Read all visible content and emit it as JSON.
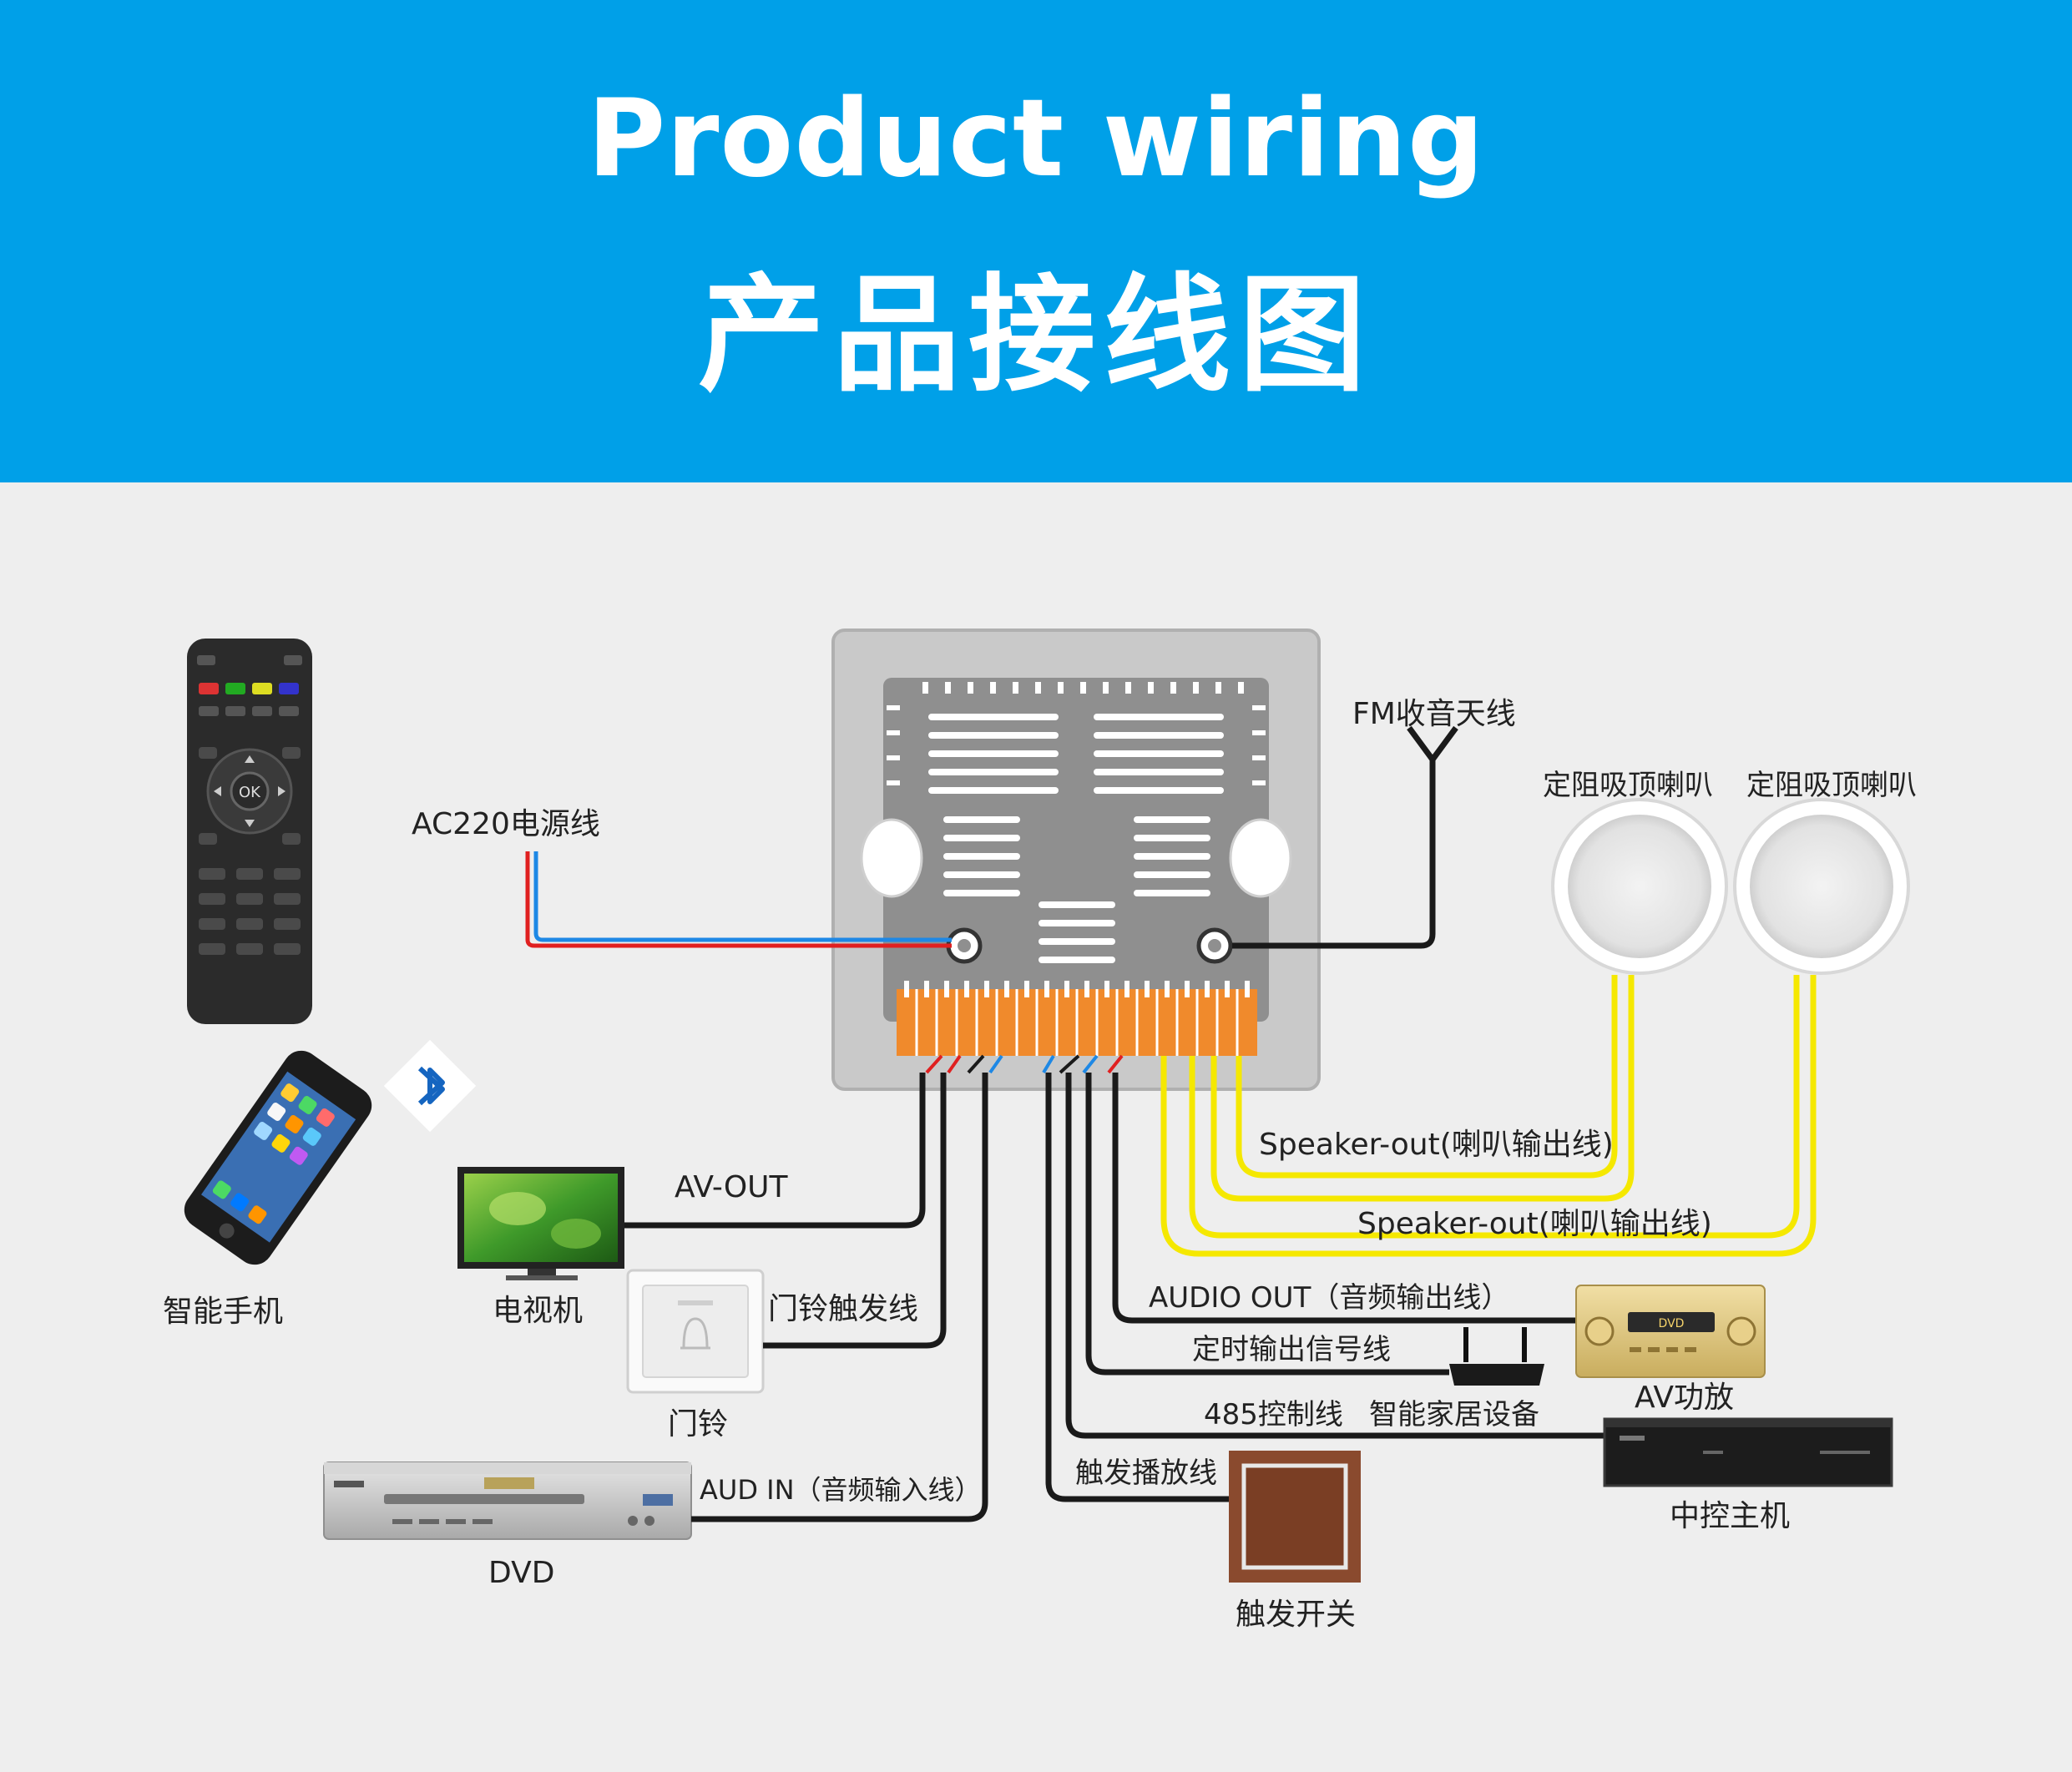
{
  "header": {
    "title_en": "Product wiring",
    "title_cn": "产品接线图"
  },
  "labels": {
    "ac_power": "AC220电源线",
    "fm_antenna": "FM收音天线",
    "speaker_1": "定阻吸顶喇叭",
    "speaker_2": "定阻吸顶喇叭",
    "speaker_out_1": "Speaker-out(喇叭输出线)",
    "speaker_out_2": "Speaker-out(喇叭输出线)",
    "av_out": "AV-OUT",
    "tv": "电视机",
    "smartphone": "智能手机",
    "doorbell_trigger": "门铃触发线",
    "doorbell": "门铃",
    "aud_in": "AUD IN（音频输入线）",
    "dvd": "DVD",
    "audio_out": "AUDIO OUT（音频输出线）",
    "timer_signal": "定时输出信号线",
    "rs485": "485控制线",
    "smart_home": "智能家居设备",
    "av_amp": "AV功放",
    "trigger_play": "触发播放线",
    "trigger_switch": "触发开关",
    "central_host": "中控主机"
  },
  "device_text": {
    "remote_ok": "OK",
    "dvd_screen": "DVD"
  },
  "colors": {
    "banner": "#00a0e8",
    "background": "#eeeeee",
    "wire_black": "#1a1a1a",
    "wire_yellow": "#f5e800",
    "wire_red": "#e02020",
    "wire_blue": "#1e88e5",
    "terminal_orange": "#f08a2c"
  },
  "icons": [
    "remote-control-icon",
    "smartphone-icon",
    "bluetooth-icon",
    "tv-icon",
    "doorbell-icon",
    "dvd-player-icon",
    "ceiling-speaker-icon",
    "amplifier-icon",
    "router-icon",
    "central-host-icon",
    "trigger-switch-icon",
    "antenna-icon"
  ]
}
